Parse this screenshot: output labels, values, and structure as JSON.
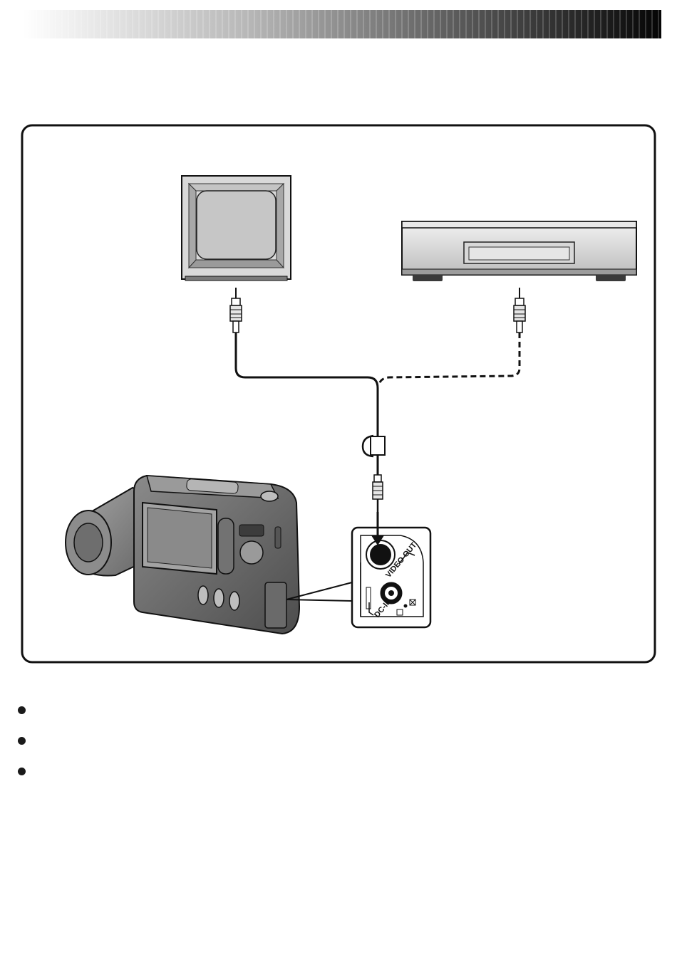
{
  "header": {
    "band_colors": {
      "light": "#ffffff",
      "dark": "#0a0a0a"
    }
  },
  "diagram": {
    "port_labels": {
      "video_out": "VIDEO OUT",
      "dc_in": "DC-IN"
    },
    "cables": {
      "tv_line": "solid",
      "vcr_line": "dashed"
    },
    "icons": [
      "tv-icon",
      "vcr-icon",
      "camera-icon",
      "rca-plug-icon",
      "ferrite-core-icon",
      "mini-plug-icon",
      "port-closeup-icon"
    ]
  },
  "bullets": [
    {
      "text": ""
    },
    {
      "text": ""
    },
    {
      "text": ""
    }
  ]
}
